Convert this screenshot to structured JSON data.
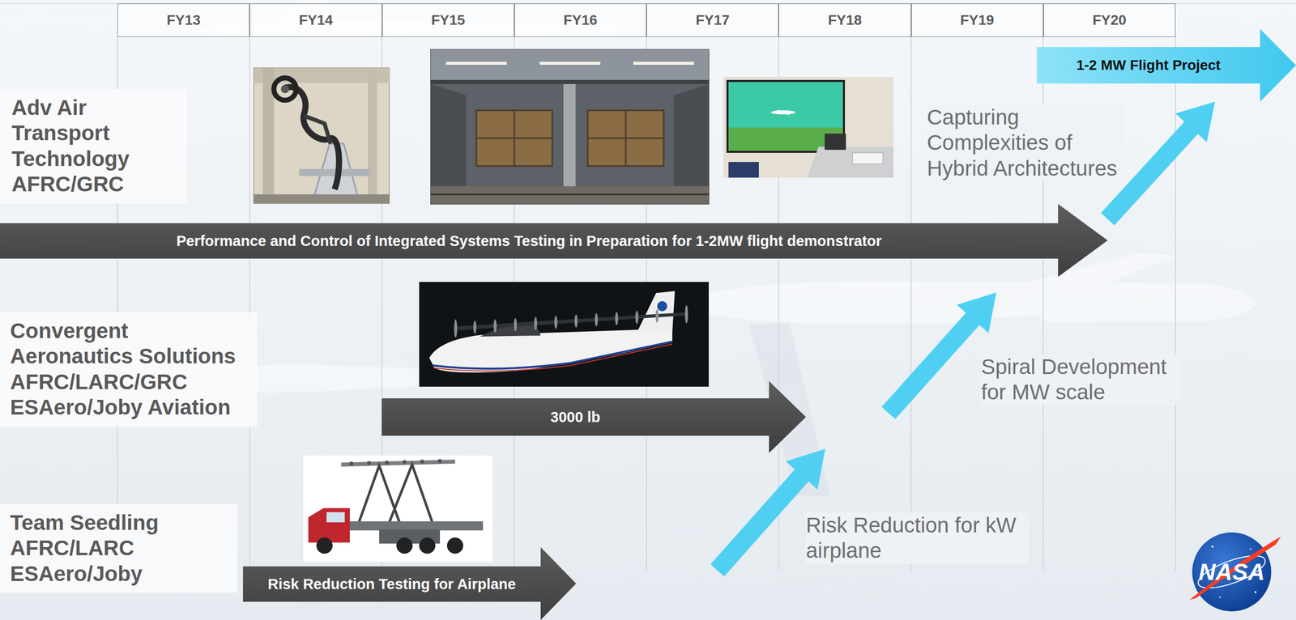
{
  "diagram": {
    "nodes": [
      {
        "text": [
          "1-2 MW Flight Project"
        ]
      },
      {
        "text": [
          "Adv Air Transport Technology",
          "AFRC/GRC"
        ]
      },
      {
        "text": [
          "Performance and Control of Integrated Systems Testing in Preparation for 1-2MW flight demonstrator"
        ]
      },
      {
        "text": [
          "Convergent Aeronautics Solutions",
          "AFRC/LARC/GRC",
          "ESAero/Joby Aviation"
        ]
      },
      {
        "text": [
          "3000 lb"
        ]
      },
      {
        "text": [
          "Team Seedling",
          "AFRC/LARC",
          "ESAero/Joby"
        ]
      },
      {
        "text": [
          "Risk Reduction Testing for Airplane"
        ]
      }
    ],
    "edges": [
      {
        "from": 2,
        "to": 0,
        "arrow": "to"
      }
    ],
    "labels": [
      "FY13",
      "FY14",
      "FY15",
      "FY16",
      "FY17",
      "FY18",
      "FY19",
      "FY20",
      "Capturing Complexities of Hybrid Architectures",
      "Spiral Development for MW scale",
      "Risk Reduction for kW airplane",
      "NASA"
    ]
  }
}
